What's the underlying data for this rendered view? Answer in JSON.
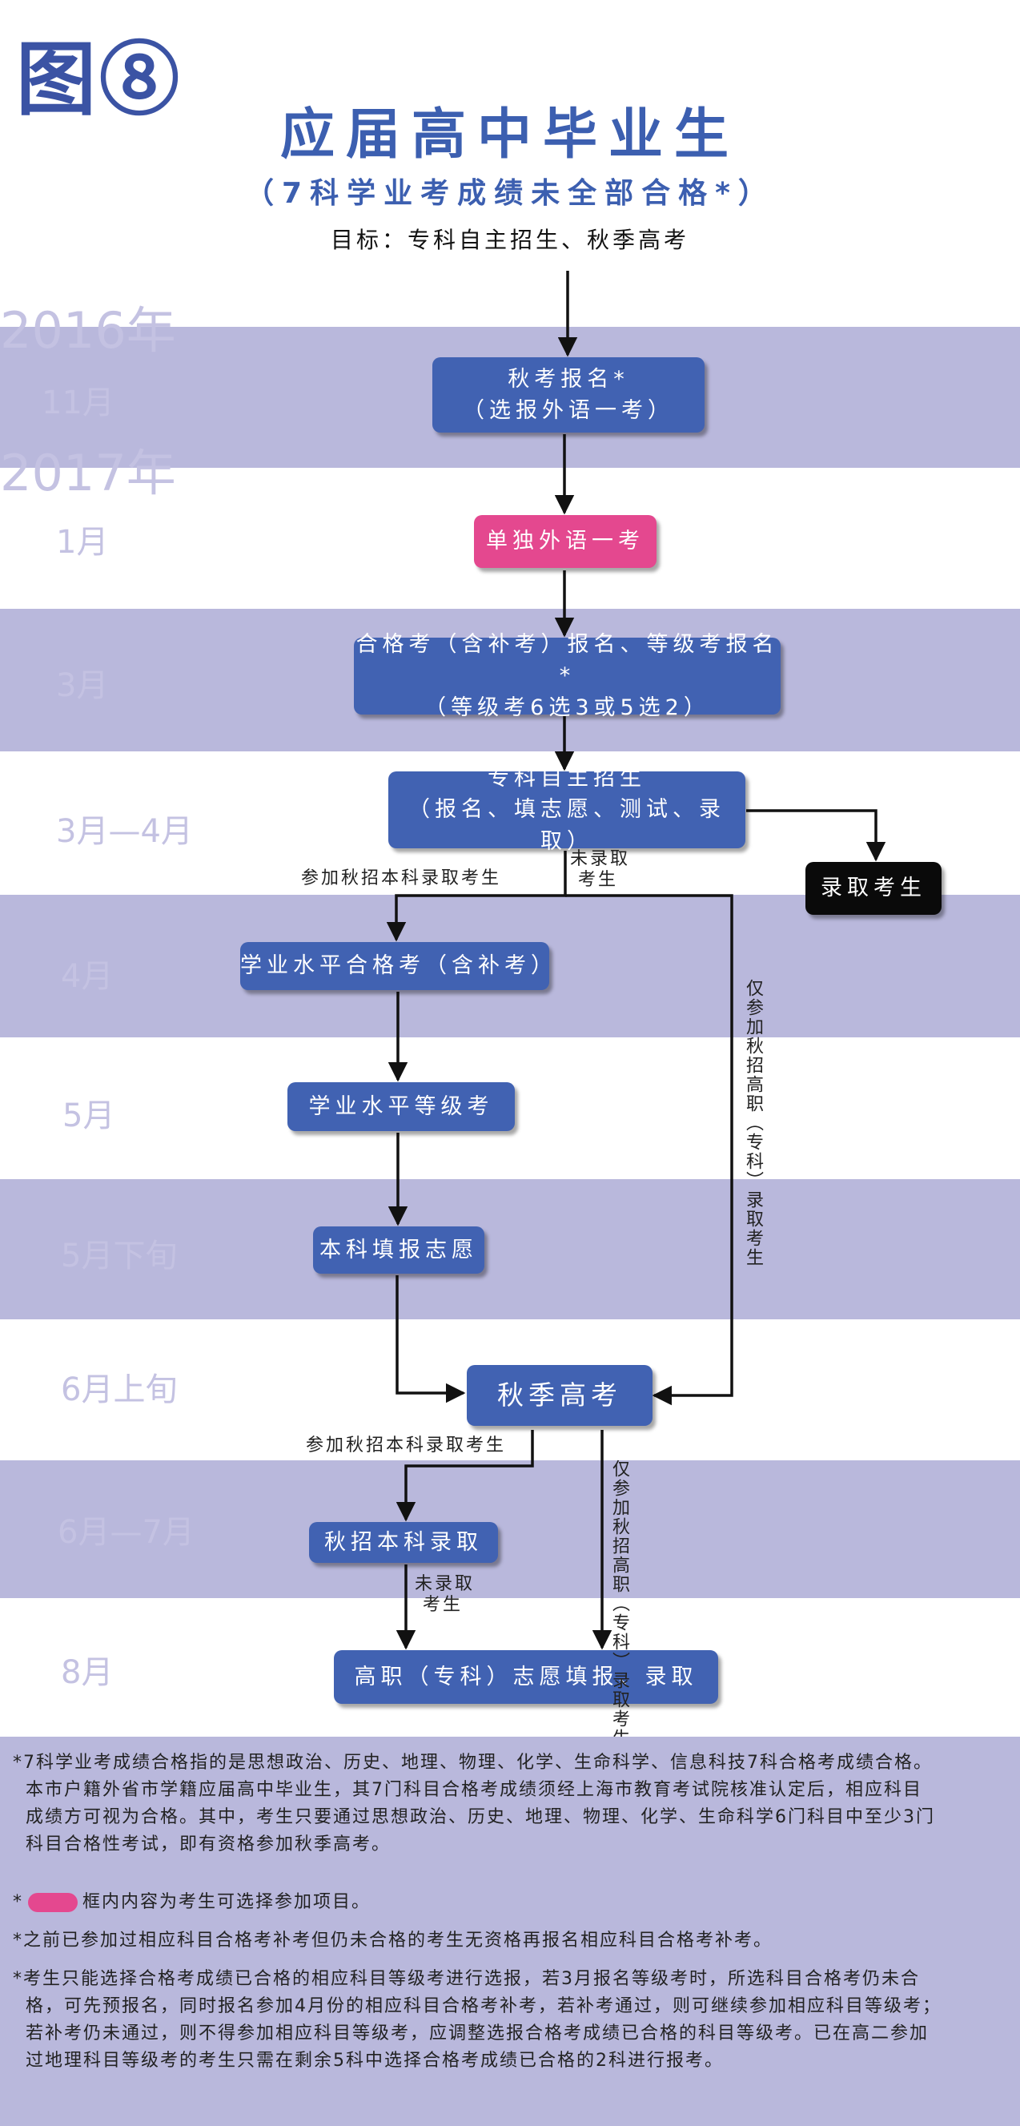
{
  "figure_label": "图⑧",
  "title": "应届高中毕业生",
  "subtitle": "（7科学业考成绩未全部合格*）",
  "goal": "目标：专科自主招生、秋季高考",
  "timeline": {
    "y2016": "2016年",
    "nov": "11月",
    "y2017": "2017年",
    "jan": "1月",
    "mar": "3月",
    "mar_apr": "3月—4月",
    "apr": "4月",
    "may": "5月",
    "may_late": "5月下旬",
    "jun_early": "6月上旬",
    "jun_jul": "6月—7月",
    "aug": "8月"
  },
  "boxes": {
    "autumn_signup_1": "秋考报名*",
    "autumn_signup_2": "（选报外语一考）",
    "english_exam": "单独外语一考",
    "qualify_signup_1": "合格考（含补考）报名、等级考报名*",
    "qualify_signup_2": "（等级考6选3或5选2）",
    "college_1": "专科自主招生",
    "college_2": "（报名、填志愿、测试、录取）",
    "admitted": "录取考生",
    "qualify_exam": "学业水平合格考（含补考）",
    "level_exam": "学业水平等级考",
    "undergrad_wish": "本科填报志愿",
    "gaokao": "秋季高考",
    "autumn_undergrad": "秋招本科录取",
    "vocational": "高职（专科）志愿填报、录取"
  },
  "labels": {
    "join_undergrad_1": "参加秋招本科录取考生",
    "not_admitted_1a": "未录取",
    "not_admitted_1b": "考生",
    "only_vocational_1": "仅参加秋招高职（专科）录取考生",
    "join_undergrad_2": "参加秋招本科录取考生",
    "only_vocational_2": "仅参加秋招高职（专科）录取考生",
    "not_admitted_2a": "未录取",
    "not_admitted_2b": "考生"
  },
  "notes": {
    "n1_a": "*7科学业考成绩合格指的是思想政治、历史、地理、物理、化学、生命科学、信息科技7科合格考成绩合格。",
    "n1_b": "本市户籍外省市学籍应届高中毕业生，其7门科目合格考成绩须经上海市教育考试院核准认定后，相应科目",
    "n1_c": "成绩方可视为合格。其中，考生只要通过思想政治、历史、地理、物理、化学、生命科学6门科目中至少3门",
    "n1_d": "科目合格性考试，即有资格参加秋季高考。",
    "n2_star": "*",
    "n2_text": "框内内容为考生可选择参加项目。",
    "n3": "*之前已参加过相应科目合格考补考但仍未合格的考生无资格再报名相应科目合格考补考。",
    "n4_a": "*考生只能选择合格考成绩已合格的相应科目等级考进行选报，若3月报名等级考时，所选科目合格考仍未合",
    "n4_b": "格，可先预报名，同时报名参加4月份的相应科目合格考补考，若补考通过，则可继续参加相应科目等级考；",
    "n4_c": "若补考仍未通过，则不得参加相应科目等级考，应调整选报合格考成绩已合格的科目等级考。已在高二参加",
    "n4_d": "过地理科目等级考的考生只需在剩余5科中选择合格考成绩已合格的2科进行报考。"
  },
  "colors": {
    "band": "#b9b8dc",
    "box_blue": "#4162b2",
    "box_pink": "#e4488f",
    "box_black": "#0a0a0a",
    "title_blue": "#3c5fb0",
    "timeline_text": "#c4c2e2"
  }
}
